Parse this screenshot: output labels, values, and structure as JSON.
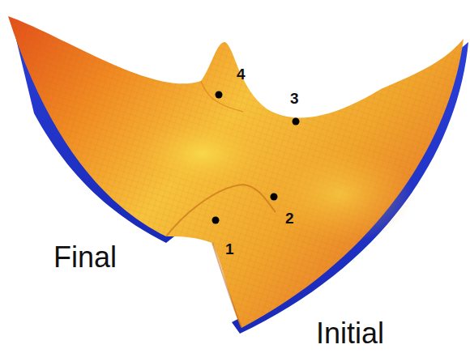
{
  "diagram": {
    "labels": [
      "4",
      "3",
      "2",
      "1",
      "Final",
      "Initial"
    ]
  }
}
